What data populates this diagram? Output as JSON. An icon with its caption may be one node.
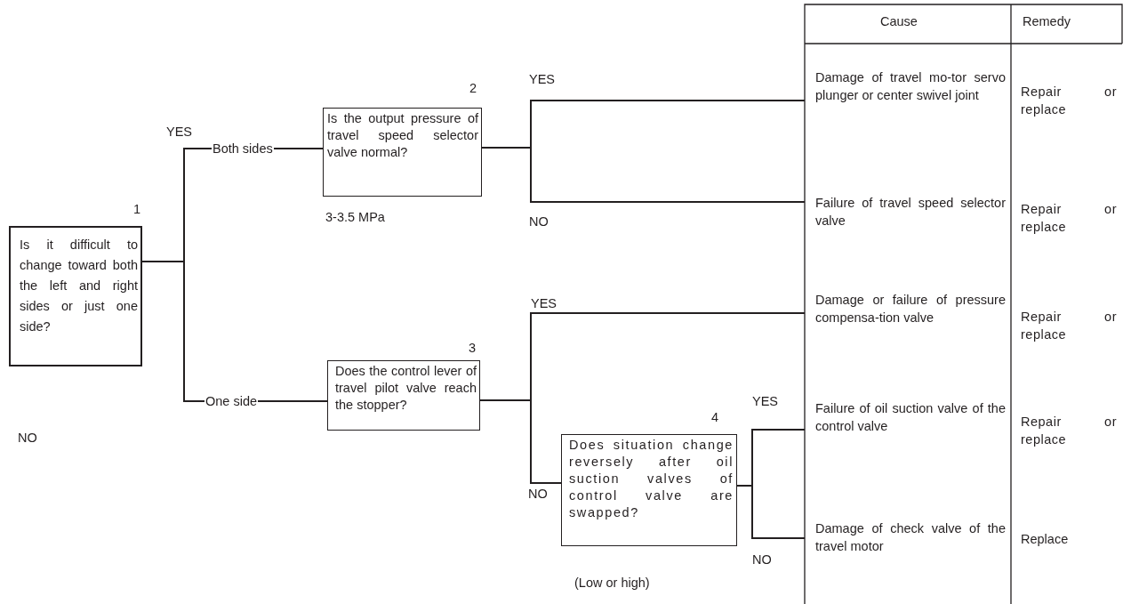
{
  "diagram": {
    "nodes": [
      {
        "text": [
          "Is it difficult to change toward both the left and right sides or just one side?"
        ],
        "beside": [
          "1"
        ]
      },
      {
        "text": [
          "Is the output pressure of travel speed selector valve normal?"
        ],
        "beside": [
          "2",
          "3-3.5 MPa"
        ]
      },
      {
        "text": [
          "Does the control lever of travel pilot valve reach the stopper?"
        ],
        "beside": [
          "3"
        ]
      },
      {
        "text": [
          "Does situation change reversely after oil suction valves of control valve are swapped?"
        ],
        "beside": [
          "4",
          "(Low or high)"
        ]
      },
      {
        "text": [
          "Damage of travel mo-tor servo plunger or center swivel joint"
        ]
      },
      {
        "text": [
          "Failure of travel speed selector valve"
        ]
      },
      {
        "text": [
          "Damage or failure of pressure compensa-tion valve"
        ]
      },
      {
        "text": [
          "Failure of oil suction valve of the control valve"
        ]
      },
      {
        "text": [
          "Damage of check valve of the travel motor"
        ]
      }
    ],
    "edges": [
      {
        "from": 0,
        "to": 1,
        "arrow": "none",
        "label": "Both sides"
      },
      {
        "from": 0,
        "to": 2,
        "arrow": "none",
        "label": "One side"
      },
      {
        "from": 1,
        "to": 4,
        "arrow": "none"
      },
      {
        "from": 1,
        "to": 5,
        "arrow": "none"
      },
      {
        "from": 2,
        "to": 6,
        "arrow": "none"
      },
      {
        "from": 2,
        "to": 3,
        "arrow": "none"
      },
      {
        "from": 3,
        "to": 7,
        "arrow": "none"
      },
      {
        "from": 3,
        "to": 8,
        "arrow": "none"
      }
    ],
    "labels": [
      "Cause",
      "Remedy",
      "YES",
      "YES",
      "Repair or replace",
      "NO",
      "Repair or replace",
      "NO",
      "YES",
      "Repair or replace",
      "YES",
      "Repair or replace",
      "NO",
      "NO",
      "Replace"
    ]
  }
}
